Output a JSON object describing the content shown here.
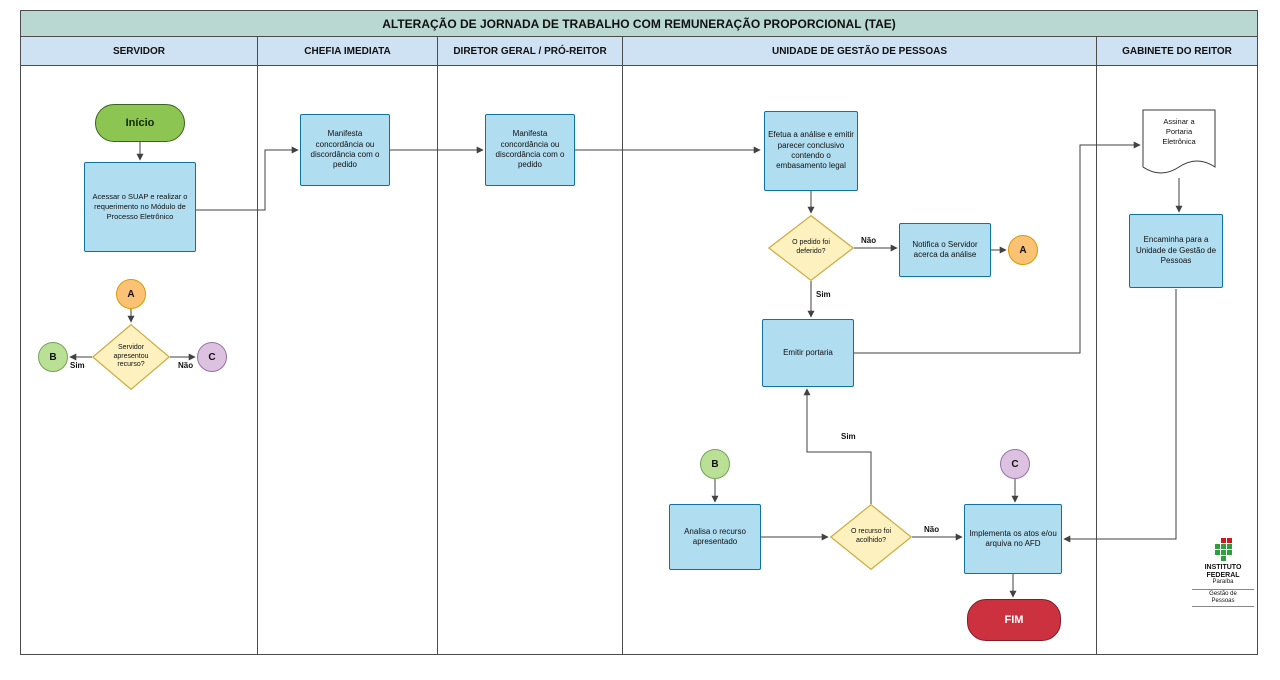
{
  "title": "ALTERAÇÃO DE JORNADA DE TRABALHO COM REMUNERAÇÃO PROPORCIONAL (TAE)",
  "lanes": [
    {
      "label": "SERVIDOR"
    },
    {
      "label": "CHEFIA IMEDIATA"
    },
    {
      "label": "DIRETOR GERAL / PRÓ-REITOR"
    },
    {
      "label": "UNIDADE DE GESTÃO DE PESSOAS"
    },
    {
      "label": "GABINETE DO REITOR"
    }
  ],
  "nodes": {
    "inicio": "Início",
    "acessar_suap": "Acessar o SUAP e realizar o requerimento no Módulo de Processo Eletrônico",
    "connector_a_servidor": "A",
    "decisao_recurso_servidor": "Servidor apresentou recurso?",
    "connector_b_servidor": "B",
    "connector_c_servidor": "C",
    "manifesta_chefia": "Manifesta concordância ou discordância com o pedido",
    "manifesta_diretor": "Manifesta concordância ou discordância com o pedido",
    "efetua_analise": "Efetua a análise e emitir parecer conclusivo contendo o embasamento legal",
    "decisao_pedido_deferido": "O pedido foi deferido?",
    "notifica_servidor": "Notifica o Servidor acerca da análise",
    "connector_a_ugp": "A",
    "emitir_portaria": "Emitir portaria",
    "connector_b_ugp": "B",
    "analisa_recurso": "Analisa o recurso apresentado",
    "decisao_recurso_acolhido": "O recurso foi acolhido?",
    "connector_c_ugp": "C",
    "implementa_atos": "Implementa os atos e/ou arquiva no AFD",
    "fim": "FIM",
    "assinar_portaria": "Assinar a Portaria Eletrônica",
    "encaminha_ugp": "Encaminha para a Unidade de Gestão de Pessoas"
  },
  "edge_labels": {
    "servidor_sim": "Sim",
    "servidor_nao": "Não",
    "deferido_nao": "Não",
    "deferido_sim": "Sim",
    "acolhido_sim": "Sim",
    "acolhido_nao": "Não"
  },
  "logo": {
    "org_line1": "INSTITUTO",
    "org_line2": "FEDERAL",
    "campus": "Paraíba",
    "dept_line1": "Gestão de",
    "dept_line2": "Pessoas"
  },
  "colors": {
    "title_bar": "#b9d8d1",
    "lane_header": "#cfe2f3",
    "process_fill": "#b1ddf0",
    "process_stroke": "#10739e",
    "decision_fill": "#fdf1c0",
    "decision_stroke": "#cfa93e",
    "start_fill": "#8cc552",
    "end_fill": "#cc3140",
    "connector_a_fill": "#fbc276",
    "connector_b_fill": "#b9e095",
    "connector_c_fill": "#dcc1e0",
    "document_fill": "#ffffff",
    "arrow": "#424242",
    "if_green": "#2f9e41",
    "if_red": "#cd191e"
  }
}
